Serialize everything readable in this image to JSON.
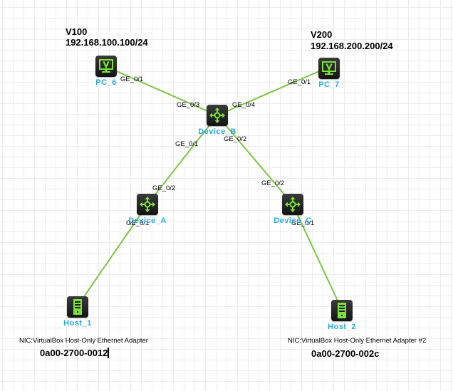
{
  "canvas": {
    "grid": true,
    "link_color": "#7cc444",
    "label_color": "#29a8e6",
    "icon_accent": "#7be23a"
  },
  "nodes": {
    "pc6": {
      "label": "PC_6",
      "type": "pc"
    },
    "pc7": {
      "label": "PC_7",
      "type": "pc"
    },
    "device_b": {
      "label": "Device_B",
      "type": "switch"
    },
    "device_a": {
      "label": "Device_A",
      "type": "switch"
    },
    "device_c": {
      "label": "Device_C",
      "type": "switch"
    },
    "host1": {
      "label": "Host_1",
      "type": "host"
    },
    "host2": {
      "label": "Host_2",
      "type": "host"
    }
  },
  "links": [
    {
      "from": "pc6",
      "to": "device_b",
      "from_port": "GE_0/1",
      "to_port": "GE_0/3"
    },
    {
      "from": "pc7",
      "to": "device_b",
      "from_port": "GE_0/1",
      "to_port": "GE_0/4"
    },
    {
      "from": "device_b",
      "to": "device_a",
      "from_port": "GE_0/1",
      "to_port": "GE_0/2"
    },
    {
      "from": "device_b",
      "to": "device_c",
      "from_port": "GE_0/2",
      "to_port": "GE_0/2"
    },
    {
      "from": "device_a",
      "to": "host1",
      "from_port": "GE_0/1",
      "to_port": ""
    },
    {
      "from": "device_c",
      "to": "host2",
      "from_port": "GE_0/1",
      "to_port": ""
    }
  ],
  "notes": {
    "pc6_vlan": "V100",
    "pc6_ip": "192.168.100.100/24",
    "pc7_vlan": "V200",
    "pc7_ip": "192.168.200.200/24",
    "host1_nic": "NIC:VirtualBox Host-Only Ethernet Adapter",
    "host1_mac": "0a00-2700-0012",
    "host2_nic": "NIC:VirtualBox Host-Only Ethernet Adapter #2",
    "host2_mac": "0a00-2700-002c"
  }
}
